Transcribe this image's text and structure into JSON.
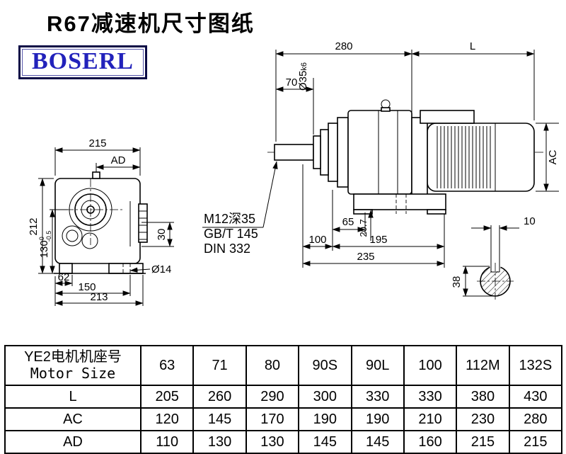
{
  "page": {
    "title": "R67减速机尺寸图纸",
    "logo_text": "BOSERL"
  },
  "front_view": {
    "dim_width_top": "215",
    "dim_ad": "AD",
    "dim_height": "212",
    "dim_center_height": "130",
    "dim_center_tol_upper": "0",
    "dim_center_tol_lower": "-0.5",
    "dim_foot_offset": "62",
    "dim_hole_spacing": "150",
    "dim_width_bottom": "213",
    "dim_foot_hole": "Ø14",
    "dim_flange": "30"
  },
  "side_view": {
    "dim_gearbox_length": "280",
    "dim_motor_length": "L",
    "dim_shaft_length": "70",
    "shaft_dia": "Ø35",
    "shaft_tol": "k6",
    "note_thread": "M12深35",
    "note_standard1": "GB/T 145",
    "note_standard2": "DIN 332",
    "dim_key_height": "20.7",
    "dim_foot_pad": "65",
    "dim_foot_front": "100",
    "dim_foot_span": "195",
    "dim_base_length": "235",
    "dim_motor_dia": "AC"
  },
  "shaft_section": {
    "dim_key_width": "10",
    "dim_shaft_depth": "38"
  },
  "table": {
    "header": {
      "line1": "YE2电机机座号",
      "line2": "Motor Size"
    },
    "sizes": [
      "63",
      "71",
      "80",
      "90S",
      "90L",
      "100",
      "112M",
      "132S"
    ],
    "rows": [
      {
        "label": "L",
        "values": [
          "205",
          "260",
          "290",
          "300",
          "330",
          "330",
          "380",
          "430"
        ]
      },
      {
        "label": "AC",
        "values": [
          "120",
          "145",
          "170",
          "190",
          "190",
          "210",
          "230",
          "280"
        ]
      },
      {
        "label": "AD",
        "values": [
          "110",
          "130",
          "130",
          "145",
          "145",
          "160",
          "215",
          "215"
        ]
      }
    ]
  }
}
